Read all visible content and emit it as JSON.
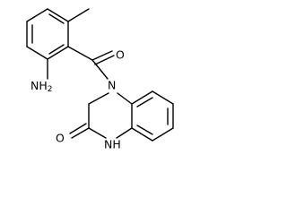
{
  "molecule": {
    "atoms": {
      "carbonyl_oxygen": "O",
      "amide_nitrogen_ring": "N",
      "amine": "NH2",
      "lactam_oxygen": "O",
      "lactam_nh": "NH"
    }
  },
  "colors": {
    "bond": "#000000",
    "label": "#000000",
    "background": "#ffffff"
  }
}
